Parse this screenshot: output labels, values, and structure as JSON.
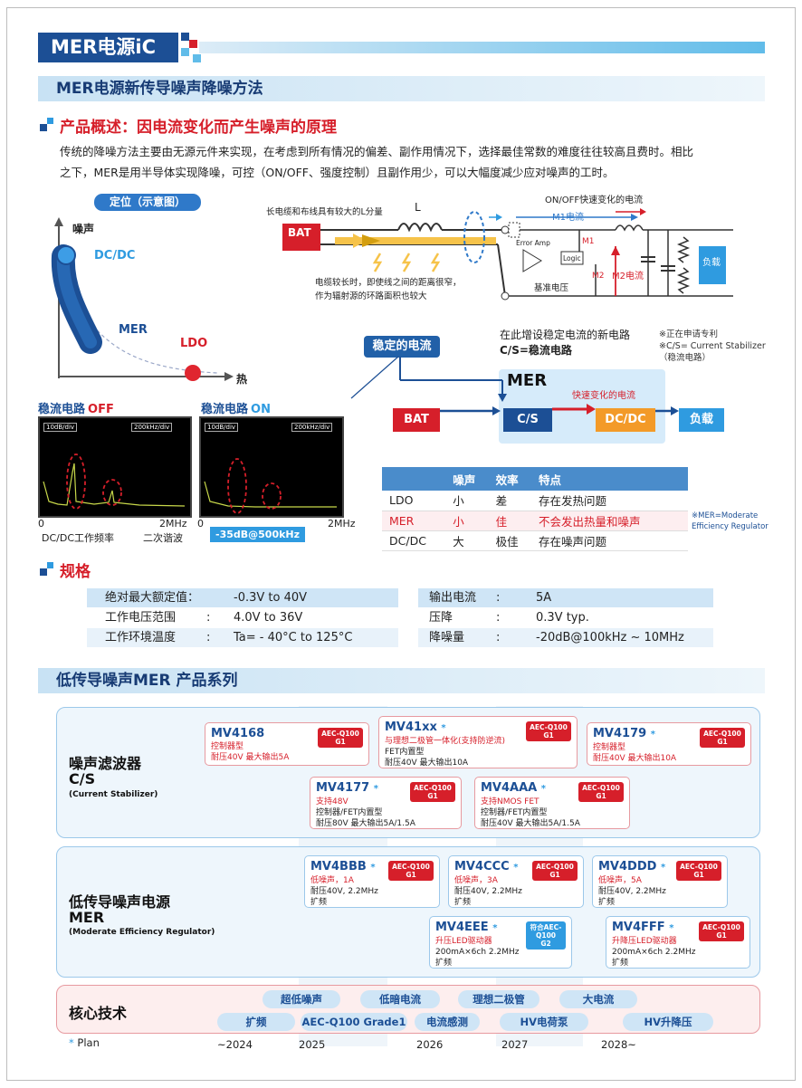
{
  "header": {
    "title": "MER电源iC"
  },
  "band1": "MER电源新传导噪声降噪方法",
  "overview": {
    "heading": "产品概述：因电流变化而产生噪声的原理",
    "para1": "传统的降噪方法主要由无源元件来实现，在考虑到所有情况的偏差、副作用情况下，选择最佳常数的难度往往较高且费时。相比",
    "para2": "之下，MER是用半导体实现降噪，可控（ON/OFF、强度控制）且副作用少，可以大幅度减少应对噪声的工时。"
  },
  "pos_chart": {
    "pill": "定位（示意图）",
    "ylabel": "噪声",
    "xlabel": "热",
    "dcdc": "DC/DC",
    "mer": "MER",
    "ldo": "LDO"
  },
  "circuit": {
    "long_cable": "长电缆和布线具有较大的L分量",
    "bat": "BAT",
    "L": "L",
    "fast_current": "ON/OFF快速变化的电流",
    "m1_current": "M1电流",
    "m2_current": "M2电流",
    "error_amp": "Error Amp",
    "logic": "Logic",
    "m1": "M1",
    "m2": "M2",
    "ref": "基准电压",
    "load": "负载",
    "cable_note1": "电缆较长时，即使线之间的距离很窄，",
    "cable_note2": "作为辐射源的环路面积也较大",
    "new_path1": "在此增设稳定电流的新电路",
    "new_path2": "C/S=稳流电路",
    "patent1": "※正在申请专利",
    "patent2": "※C/S= Current Stabilizer",
    "patent3": "（稳流电路）"
  },
  "block": {
    "stable": "稳定的电流",
    "mer": "MER",
    "fast": "快速变化的电流",
    "bat": "BAT",
    "cs": "C/S",
    "dcdc": "DC/DC",
    "load": "负载"
  },
  "osc": {
    "off_label": "稳流电路",
    "off_state": "OFF",
    "on_label": "稳流电路",
    "on_state": "ON",
    "div1": "10dB/div",
    "div2": "200kHz/div",
    "x0": "0",
    "x1": "2MHz",
    "note_dcdc": "DC/DC工作频率",
    "note_harm": "二次谐波",
    "result": "-35dB@500kHz"
  },
  "compare": {
    "headers": [
      "",
      "噪声",
      "效率",
      "特点"
    ],
    "rows": [
      [
        "LDO",
        "小",
        "差",
        "存在发热问题"
      ],
      [
        "MER",
        "小",
        "佳",
        "不会发出热量和噪声"
      ],
      [
        "DC/DC",
        "大",
        "极佳",
        "存在噪声问题"
      ]
    ],
    "note1": "※MER=Moderate",
    "note2": "Efficiency Regulator"
  },
  "spec": {
    "heading": "规格",
    "left": [
      [
        "绝对最大额定值：",
        "-0.3V to 40V"
      ],
      [
        "工作电压范围",
        "4.0V to 36V"
      ],
      [
        "工作环境温度",
        "Ta= - 40°C to 125°C"
      ]
    ],
    "right": [
      [
        "输出电流",
        "5A"
      ],
      [
        "压降",
        "0.3V typ."
      ],
      [
        "降噪量",
        "-20dB@100kHz ~ 10MHz"
      ]
    ],
    "colon": ":"
  },
  "band2": "低传导噪声MER 产品系列",
  "series": {
    "cs_title": "噪声滤波器",
    "cs_sub": "C/S",
    "cs_en": "(Current Stabilizer)",
    "mer_title": "低传导噪声电源",
    "mer_sub": "MER",
    "mer_en": "(Moderate Efficiency Regulator)",
    "core_title": "核心技术",
    "star": "*",
    "aec": "AEC-Q100 G1",
    "aec2": "符合AEC-Q100 G2",
    "cards": {
      "mv4168": {
        "name": "MV4168",
        "l1": "控制器型",
        "l2": "耐压40V 最大输出5A"
      },
      "mv41xx": {
        "name": "MV41xx",
        "l1": "与理想二极管一体化(支持防逆流)",
        "l2": "FET内置型",
        "l3": "耐压40V 最大输出10A"
      },
      "mv4179": {
        "name": "MV4179",
        "l1": "控制器型",
        "l2": "耐压40V 最大输出10A"
      },
      "mv4177": {
        "name": "MV4177",
        "l1": "支持48V",
        "l2": "控制器/FET内置型",
        "l3": "耐压80V 最大输出5A/1.5A"
      },
      "mv4aaa": {
        "name": "MV4AAA",
        "l1": "支持NMOS FET",
        "l2": "控制器/FET内置型",
        "l3": "耐压40V 最大输出5A/1.5A"
      },
      "mv4bbb": {
        "name": "MV4BBB",
        "l1": "低噪声，1A",
        "l2": "耐压40V, 2.2MHz",
        "l3": "扩频"
      },
      "mv4ccc": {
        "name": "MV4CCC",
        "l1": "低噪声，3A",
        "l2": "耐压40V, 2.2MHz",
        "l3": "扩频"
      },
      "mv4ddd": {
        "name": "MV4DDD",
        "l1": "低噪声，5A",
        "l2": "耐压40V, 2.2MHz",
        "l3": "扩频"
      },
      "mv4eee": {
        "name": "MV4EEE",
        "l1": "升压LED驱动器",
        "l2": "200mA×6ch 2.2MHz",
        "l3": "扩频"
      },
      "mv4fff": {
        "name": "MV4FFF",
        "l1": "升降压LED驱动器",
        "l2": "200mA×6ch 2.2MHz",
        "l3": "扩频"
      }
    },
    "tech": [
      "超低噪声",
      "低暗电流",
      "理想二极管",
      "大电流",
      "扩频",
      "AEC-Q100 Grade1",
      "电流感测",
      "HV电荷泵",
      "HV升降压"
    ],
    "plan": "Plan",
    "years": [
      "~2024",
      "2025",
      "2026",
      "2027",
      "2028~"
    ]
  }
}
